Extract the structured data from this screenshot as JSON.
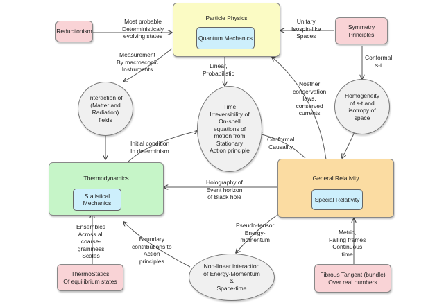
{
  "nodes": {
    "particle_physics": {
      "title": "Particle Physics",
      "inner": "Quantum Mechanics"
    },
    "thermodynamics": {
      "title": "Thermodynamics",
      "inner": "Statistical\nMechanics"
    },
    "general_relativity": {
      "title": "General Relativity",
      "inner": "Special Relativity"
    },
    "reductionism": "Reductionism",
    "symmetry_principles": "Symmetry\nPrinciples",
    "thermostatics": "ThermoStatics\nOf equilibrium states",
    "fibrous_tangent": "Fibrous Tangent (bundle)\nOver real numbers",
    "interaction_fields": "Interaction of\n(Matter and\nRadiation)\nfields",
    "time_irreversibility": "Time\nIrreversibility of\nOn-shell\nequations of\nmotion from\nStationary\nAction principle",
    "homogeneity": "Homogeneity\nof s-t and\nisotropy of\nspace",
    "nonlinear_interaction": "Non-linear interaction\nof Energy-Momentum\n&\nSpace-time"
  },
  "edge_labels": {
    "most_probable": "Most probable\nDeterministicaly\nevolving states",
    "unitary": "Unitary\nIsospin-like\nSpaces",
    "measurement": "Measurement\nBy macroscopic\nInstruments",
    "linear_probabilistic": "Linear,\nProbabilistic",
    "conformal_st": "Conformal\ns-t",
    "noether": "Noether\nconservation\nlaws,\nconserved\ncurrents",
    "initial_condition": "Initial condition\nIn determinism",
    "conformal_causality": "Conformal\nCausality",
    "holography": "Holography of\nEvent horizon\nof Black hole",
    "ensembles": "Ensembles\nAcross all\ncoarse-\ngraininess\nScales",
    "boundary": "Boundary\ncontributions to\nAction\nprinciples",
    "pseudo_tensor": "Pseudo-tensor\nEnergy-\nmomentum",
    "metric": "Metric,\nFalling frames\nContinuous\ntime"
  }
}
